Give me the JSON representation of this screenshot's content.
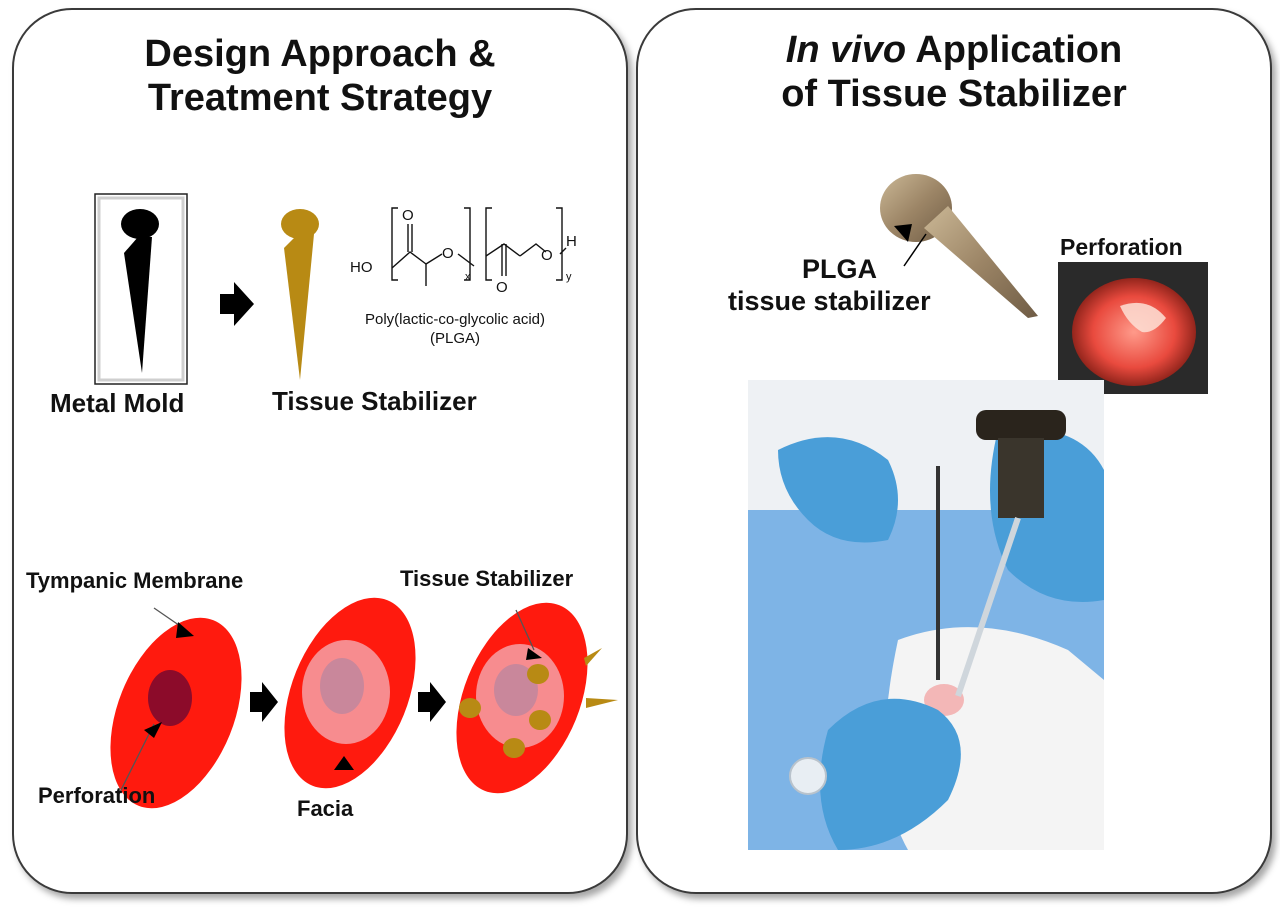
{
  "left_panel": {
    "title_line1": "Design Approach &",
    "title_line2": "Treatment Strategy",
    "metal_mold_label": "Metal Mold",
    "tissue_stabilizer_label": "Tissue Stabilizer",
    "chem": {
      "name": "Poly(lactic-co-glycolic acid)",
      "abbrev": "(PLGA)",
      "ho": "HO",
      "o1": "O",
      "o2": "O",
      "o_top": "O",
      "o_bottom": "O",
      "sub_x": "x",
      "sub_y": "y",
      "h": "H"
    },
    "tympanic_membrane_label": "Tympanic Membrane",
    "perforation_label": "Perforation",
    "facia_label": "Facia",
    "stabilizer_label_bottom": "Tissue Stabilizer"
  },
  "right_panel": {
    "title_italic": "In vivo",
    "title_rest": " Application",
    "title_line2": "of Tissue Stabilizer",
    "plga_label": "PLGA",
    "tissue_stabilizer_label": "tissue stabilizer",
    "perforation_label": "Perforation"
  },
  "colors": {
    "membrane_red": "#ff1a0e",
    "perforation_dark": "#8c0b2a",
    "facia_pink": "#f78c8f",
    "facia_inner": "#c9879b",
    "stabilizer_gold": "#b88a14",
    "glove_blue": "#4a9ed8",
    "drape_blue": "#7eb4e6"
  }
}
